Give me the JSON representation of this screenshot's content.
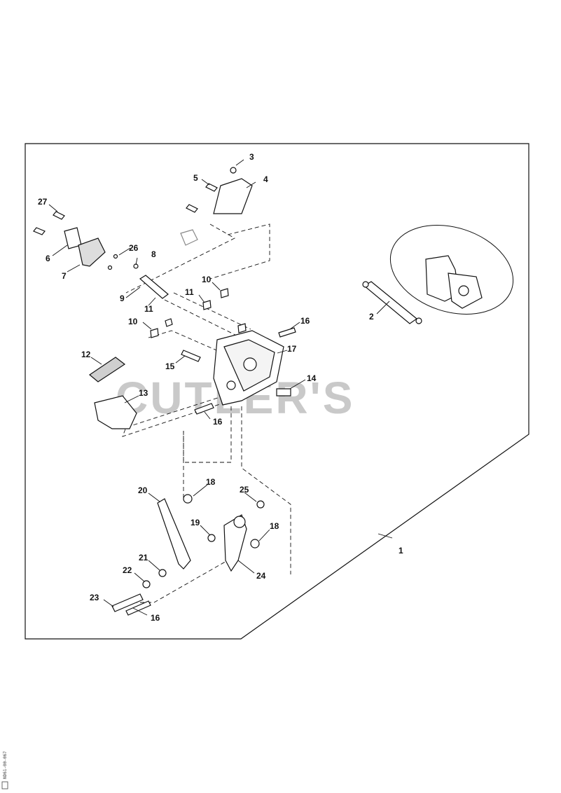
{
  "watermark": "CUTLER'S",
  "side_code": "ND61-00-067",
  "callouts": [
    "1",
    "2",
    "3",
    "4",
    "5",
    "6",
    "7",
    "8",
    "9",
    "10",
    "10",
    "11",
    "11",
    "12",
    "13",
    "14",
    "15",
    "16",
    "16",
    "16",
    "17",
    "18",
    "18",
    "19",
    "20",
    "21",
    "22",
    "23",
    "24",
    "25",
    "26",
    "27"
  ]
}
